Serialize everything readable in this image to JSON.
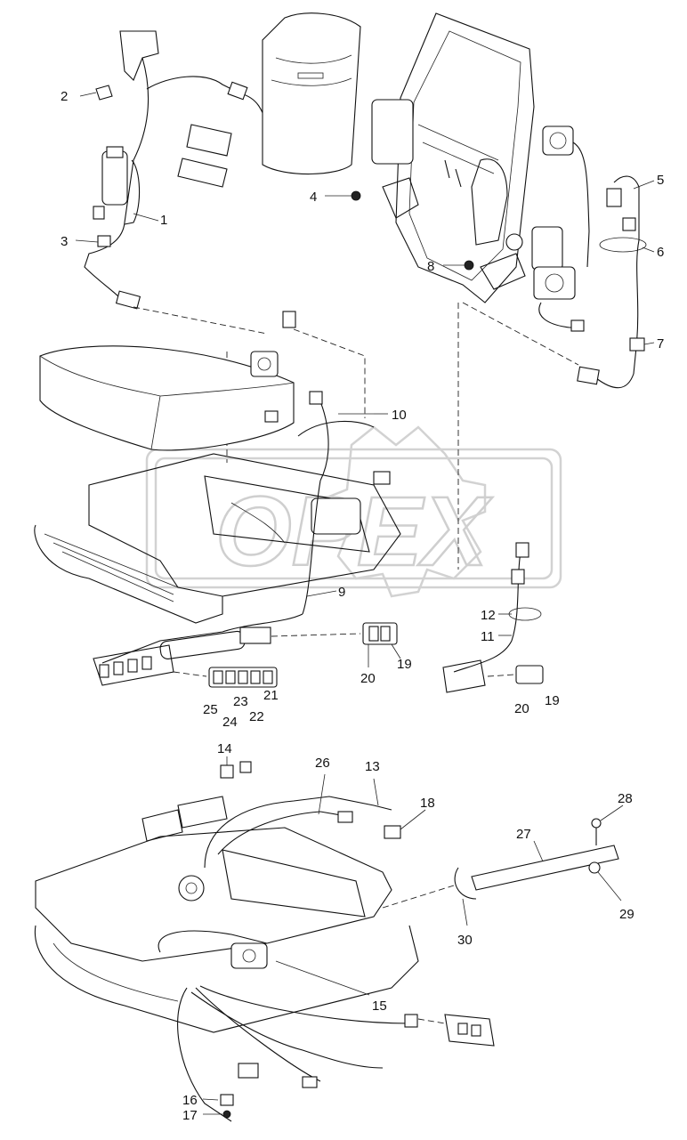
{
  "diagram": {
    "watermark_text": "OPEX",
    "callouts": [
      {
        "id": "c1",
        "text": "1"
      },
      {
        "id": "c2",
        "text": "2"
      },
      {
        "id": "c3",
        "text": "3"
      },
      {
        "id": "c4",
        "text": "4"
      },
      {
        "id": "c5",
        "text": "5"
      },
      {
        "id": "c6",
        "text": "6"
      },
      {
        "id": "c7",
        "text": "7"
      },
      {
        "id": "c8",
        "text": "8"
      },
      {
        "id": "c9",
        "text": "9"
      },
      {
        "id": "c10",
        "text": "10"
      },
      {
        "id": "c11",
        "text": "11"
      },
      {
        "id": "c12",
        "text": "12"
      },
      {
        "id": "c13",
        "text": "13"
      },
      {
        "id": "c14",
        "text": "14"
      },
      {
        "id": "c15",
        "text": "15"
      },
      {
        "id": "c16",
        "text": "16"
      },
      {
        "id": "c17",
        "text": "17"
      },
      {
        "id": "c18",
        "text": "18"
      },
      {
        "id": "c19a",
        "text": "19"
      },
      {
        "id": "c19b",
        "text": "19"
      },
      {
        "id": "c20a",
        "text": "20"
      },
      {
        "id": "c20b",
        "text": "20"
      },
      {
        "id": "c21",
        "text": "21"
      },
      {
        "id": "c22",
        "text": "22"
      },
      {
        "id": "c23",
        "text": "23"
      },
      {
        "id": "c24",
        "text": "24"
      },
      {
        "id": "c25",
        "text": "25"
      },
      {
        "id": "c26",
        "text": "26"
      },
      {
        "id": "c27",
        "text": "27"
      },
      {
        "id": "c28",
        "text": "28"
      },
      {
        "id": "c29",
        "text": "29"
      },
      {
        "id": "c30",
        "text": "30"
      }
    ]
  }
}
